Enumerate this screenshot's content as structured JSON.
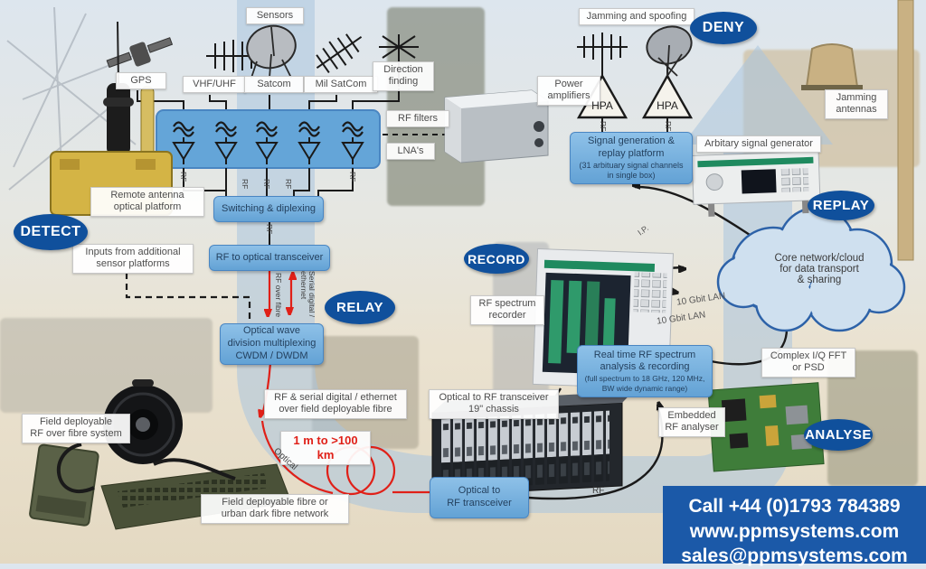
{
  "colors": {
    "badge_blue": "#10509c",
    "box_blue": "#6fb0de",
    "box_border": "#4a86c2",
    "accent_red": "#e02018",
    "contact_bg": "#1b59a8",
    "flow_arrow": "#a9c4de",
    "cloud_fill": "#cfe0ef",
    "cloud_border": "#2d62a8"
  },
  "badges": {
    "detect": "DETECT",
    "relay": "RELAY",
    "record": "RECORD",
    "analyse": "ANALYSE",
    "replay": "REPLAY",
    "deny": "DENY"
  },
  "sensors": {
    "title": "Sensors",
    "items": [
      {
        "label": "GPS",
        "icon": "gps-satellite-icon"
      },
      {
        "label": "VHF/UHF",
        "icon": "vhf-uhf-antenna-icon"
      },
      {
        "label": "Satcom",
        "icon": "satcom-dish-icon"
      },
      {
        "label": "Mil SatCom",
        "icon": "mil-satcom-antenna-icon"
      },
      {
        "label": "Direction\nfinding",
        "icon": "direction-finding-antenna-icon"
      }
    ]
  },
  "front_end": {
    "rf_filters": "RF filters",
    "lnas": "LNA's"
  },
  "boxes": {
    "switching": "Switching & diplexing",
    "rf_to_optical": "RF to optical transceiver",
    "owdm": "Optical wave\ndivision multiplexing\nCWDM / DWDM",
    "optical_to_rf": "Optical to\nRF transceiver",
    "realtime_main": "Real time RF spectrum\nanalysis & recording",
    "realtime_sub": "(full spectrum to 18 GHz, 120 MHz,\nBW wide dynamic range)",
    "signal_gen_main": "Signal generation &\nreplay platform",
    "signal_gen_sub": "(31 arbituary signal channels\nin single box)"
  },
  "labels": {
    "remote_antenna": "Remote antenna\noptical platform",
    "inputs_additional": "Inputs from additional\nsensor platforms",
    "fibre_link": "RF & serial digital / ethernet\nover field deployable fibre",
    "field_rf_fibre": "Field deployable\nRF over fibre system",
    "field_fibre_network": "Field deployable fibre or\nurban dark fibre network",
    "chassis": "Optical to RF transceiver\n19\" chassis",
    "rf_spectrum_recorder": "RF spectrum\nrecorder",
    "embedded_analyser": "Embedded\nRF analyser",
    "complex_iq": "Complex I/Q FFT\nor PSD",
    "cloud": "Core network/cloud\nfor data transport\n& sharing",
    "jamming_spoofing": "Jamming and spoofing",
    "power_amplifiers": "Power\namplifiers",
    "hpa": "HPA",
    "arb_sig_gen": "Arbitary signal generator",
    "jamming_antennas": "Jamming\nantennas"
  },
  "links": {
    "rf": "RF",
    "rf_over_fibre": "RF over fibre",
    "serial_eth": "Serial digital /\nethernet",
    "lan": "10 Gbit LAN",
    "ip": "I.P.",
    "distance": "1 m to >100 km",
    "optical": "Optical"
  },
  "contact": {
    "phone": "Call +44 (0)1793 784389",
    "web": "www.ppmsystems.com",
    "email": "sales@ppmsystems.com"
  }
}
